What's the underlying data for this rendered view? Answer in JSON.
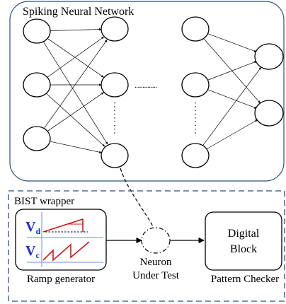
{
  "snn": {
    "title": "Spiking Neural Network",
    "ellipsis_h": "..............",
    "ellipsis_v": "⋮"
  },
  "bist": {
    "title": "BIST wrapper",
    "ramp": {
      "vd": "V",
      "vd_sub": "d",
      "vc": "V",
      "vc_sub": "c",
      "label": "Ramp generator",
      "accent_red": "#d01818",
      "accent_blue": "#1a2ee0",
      "axis_blue": "#6a90d8"
    },
    "neuron_under_test": {
      "label_line1": "Neuron",
      "label_line2": "Under Test"
    },
    "digital_block": {
      "line1": "Digital",
      "line2": "Block",
      "label": "Pattern Checker"
    }
  },
  "colors": {
    "frame_blue": "#2f4d7e",
    "stroke": "#000000"
  }
}
